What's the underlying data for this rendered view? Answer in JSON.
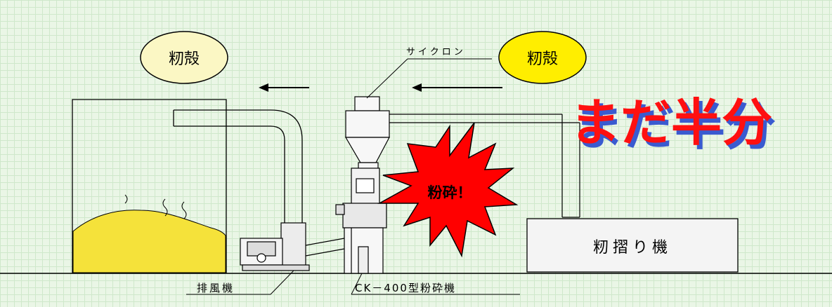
{
  "labels": {
    "husk_left": "籾殻",
    "husk_right": "籾殻",
    "cyclone": "サイクロン",
    "crush": "粉砕！",
    "half": "まだ半分",
    "huller": "籾摺り機",
    "blower": "排風機",
    "crusher": "CK－400型粉砕機"
  },
  "colors": {
    "background": "#eaf6e6",
    "grid": "#cfe8cb",
    "husk_pile": "#f5e23a",
    "bubble_left": "#fbf7c4",
    "bubble_right": "#ffee00",
    "burst": "#ff0000",
    "headline": "#ff1010",
    "headline_shadow": "#3a5bd0"
  }
}
